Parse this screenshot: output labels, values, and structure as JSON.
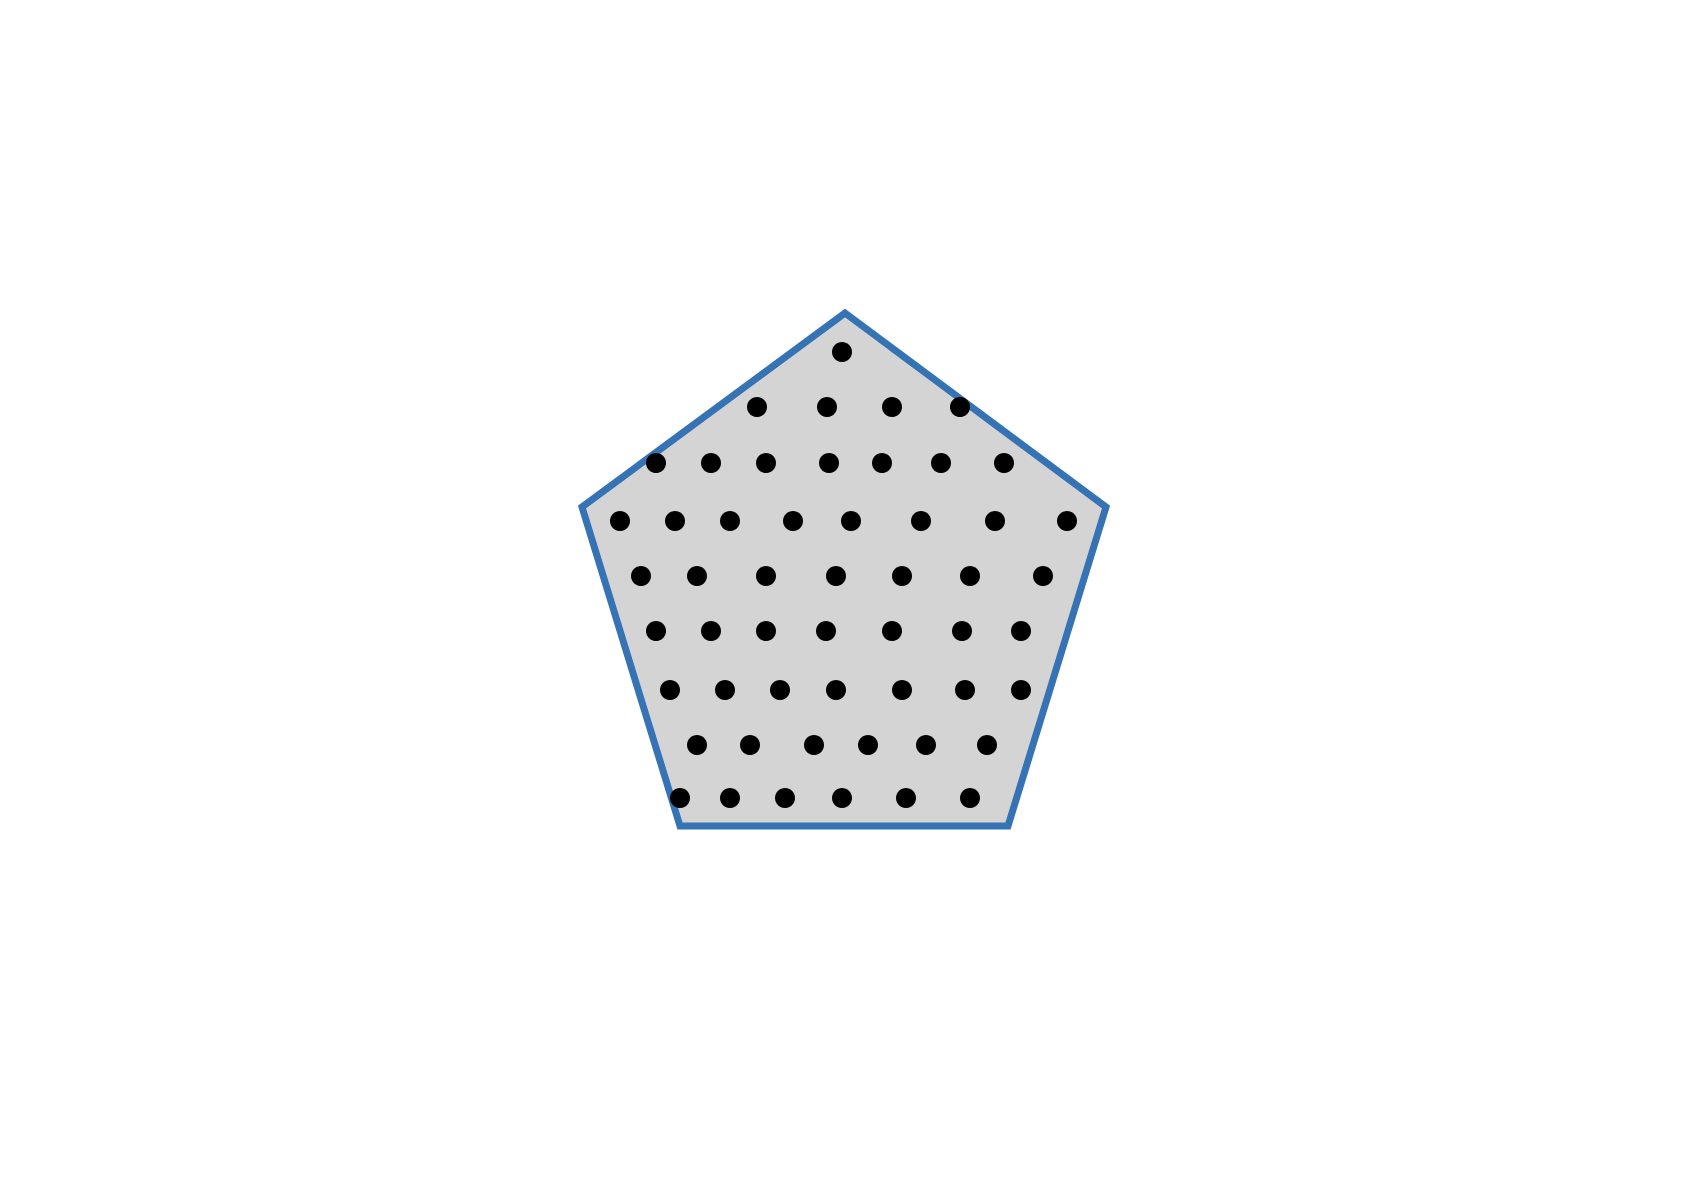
{
  "figure": {
    "shape": "pentagon",
    "fill_color": "#d4d4d4",
    "outline_color": "#3673b5",
    "dot_color": "#000000",
    "dot_rows": [
      1,
      4,
      7,
      8,
      7,
      7,
      7,
      6,
      6
    ],
    "dot_count": 53
  }
}
